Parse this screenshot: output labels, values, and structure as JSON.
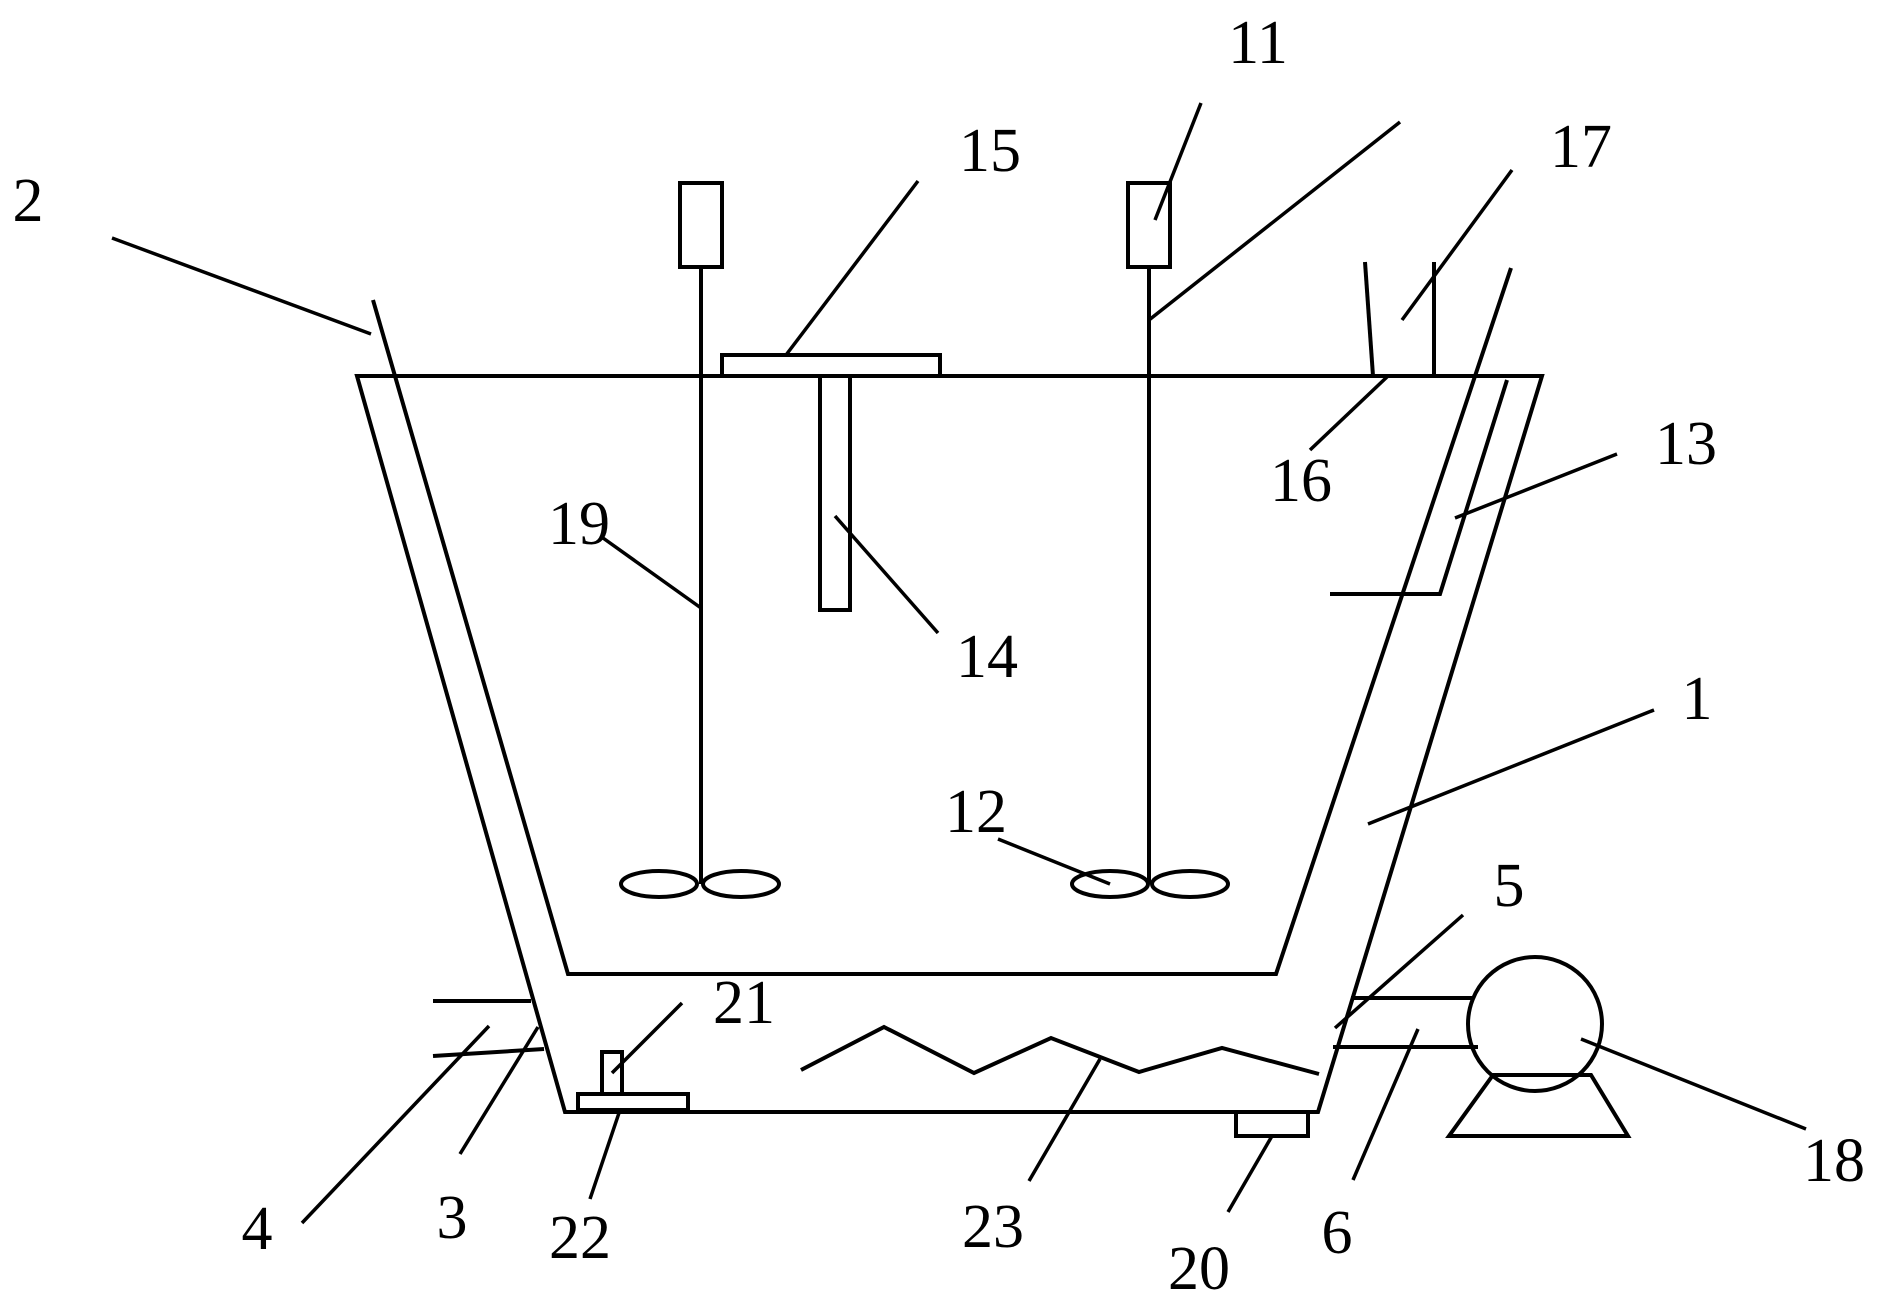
{
  "labels": {
    "l1": "1",
    "l2": "2",
    "l3": "3",
    "l4": "4",
    "l5": "5",
    "l6": "6",
    "l11": "11",
    "l12": "12",
    "l13": "13",
    "l14": "14",
    "l15": "15",
    "l16": "16",
    "l17": "17",
    "l18": "18",
    "l19": "19",
    "l20": "20",
    "l21": "21",
    "l22": "22",
    "l23": "23"
  },
  "colors": {
    "stroke": "#000000",
    "background": "#ffffff"
  }
}
